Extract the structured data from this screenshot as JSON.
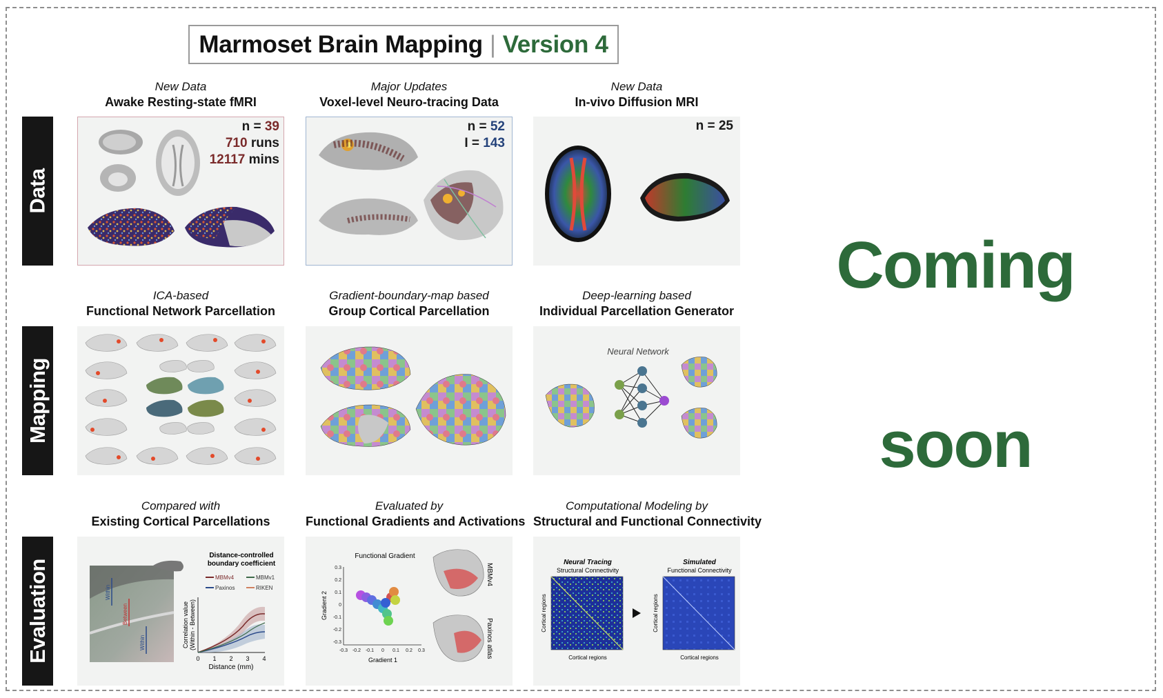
{
  "title": {
    "main": "Marmoset Brain Mapping",
    "separator": "|",
    "version": "Version 4"
  },
  "rows": [
    {
      "label": "Data"
    },
    {
      "label": "Mapping"
    },
    {
      "label": "Evaluation"
    }
  ],
  "panels": {
    "fmri": {
      "subtitle": "New Data",
      "title": "Awake Resting-state fMRI",
      "n_label": "n = ",
      "n_value": "39",
      "runs_value": "710",
      "runs_unit": " runs",
      "mins_value": "12117",
      "mins_unit": " mins"
    },
    "tracing": {
      "subtitle": "Major Updates",
      "title": "Voxel-level Neuro-tracing Data",
      "n_label": "n = ",
      "n_value": "52",
      "i_label": "I = ",
      "i_value": "143"
    },
    "diffusion": {
      "subtitle": "New Data",
      "title": "In-vivo Diffusion MRI",
      "n_text": "n = 25"
    },
    "ica": {
      "subtitle": "ICA-based",
      "title": "Functional Network Parcellation"
    },
    "gradient_map": {
      "subtitle": "Gradient-boundary-map based",
      "title": "Group Cortical Parcellation"
    },
    "deep": {
      "subtitle": "Deep-learning based",
      "title": "Individual Parcellation Generator",
      "network_label": "Neural Network"
    },
    "compare": {
      "subtitle": "Compared with",
      "title": "Existing Cortical Parcellations",
      "chart_title_1": "Distance-controlled",
      "chart_title_2": "boundary coefficient",
      "legend": [
        "MBMv4",
        "MBMv1",
        "Paxinos",
        "RIKEN"
      ],
      "ylabel_1": "Correlation value",
      "ylabel_2": "(Within - Between)",
      "xlabel": "Distance (mm)",
      "xticks": [
        "0",
        "1",
        "2",
        "3",
        "4"
      ],
      "img_label_within_1": "Within",
      "img_label_between": "Between",
      "img_label_within_2": "Within"
    },
    "evaluated": {
      "subtitle": "Evaluated by",
      "title": "Functional Gradients and Activations",
      "plot_title": "Functional Gradient",
      "xlabel": "Gradient 1",
      "ylabel": "Gradient 2",
      "xticks": [
        "-0.3",
        "-0.2",
        "-0.1",
        "0",
        "0.1",
        "0.2",
        "0.3"
      ],
      "yticks": [
        "0.3",
        "0.2",
        "0.1",
        "0",
        "-0.1",
        "-0.2",
        "-0.3"
      ],
      "map_label_1": "MBMv4",
      "map_label_2": "Paxinos atlas"
    },
    "modeling": {
      "subtitle": "Computational Modeling by",
      "title": "Structural and Functional Connectivity",
      "left_title": "Neural Tracing",
      "left_sub": "Structural Connectivity",
      "right_title": "Simulated",
      "right_sub": "Functional Connectivity",
      "axis_label": "Cortical regions"
    }
  },
  "coming_soon": {
    "line1": "Coming",
    "line2": "soon"
  },
  "colors": {
    "accent_green": "#2d6a3a",
    "stat_red": "#7a2a2a",
    "stat_blue": "#24427a",
    "bar_black": "#161616"
  }
}
